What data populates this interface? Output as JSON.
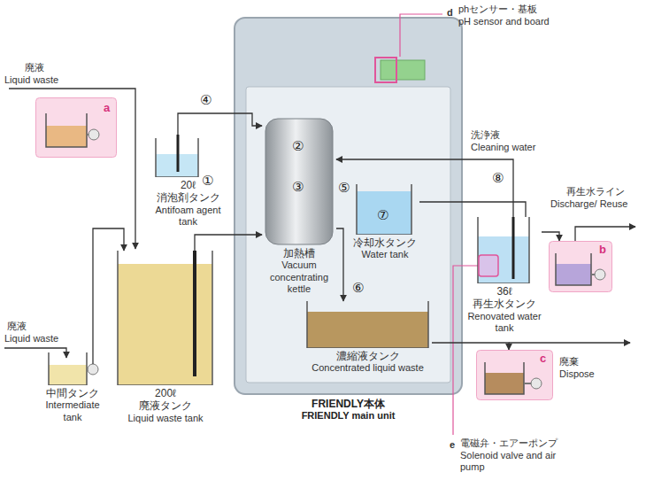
{
  "diagram": {
    "nodes": [
      {
        "text": [
          "a"
        ]
      },
      {
        "text": [
          "20ℓ",
          "消泡剤タンク",
          "Antifoam agent tank"
        ]
      },
      {
        "text": [
          "FRIENDLY本体",
          "FRIENDLY main unit"
        ]
      },
      {
        "text": [
          "加熱槽",
          "Vacuum concentrating kettle"
        ],
        "in": 2
      },
      {
        "text": [
          "冷却水タンク",
          "Water tank"
        ],
        "in": 2
      },
      {
        "text": [
          "濃縮液タンク",
          "Concentrated liquid waste"
        ],
        "in": 2
      },
      {
        "text": [
          "36ℓ",
          "再生水タンク",
          "Renovated water tank"
        ]
      },
      {
        "text": [
          "b"
        ]
      },
      {
        "text": [
          "200ℓ",
          "廃液タンク",
          "Liquid waste tank"
        ]
      },
      {
        "text": [
          "中間タンク",
          "Intermediate tank"
        ]
      },
      {
        "text": [
          "c"
        ]
      }
    ],
    "edges": [
      {
        "from": 9,
        "to": 8,
        "arrow": "to"
      },
      {
        "from": 8,
        "to": 3,
        "arrow": "to"
      },
      {
        "from": 1,
        "to": 3,
        "arrow": "to"
      },
      {
        "from": 3,
        "to": 5,
        "arrow": "to"
      },
      {
        "from": 4,
        "to": 6,
        "arrow": "none"
      },
      {
        "from": 6,
        "to": 7,
        "arrow": "to"
      },
      {
        "from": 6,
        "to": 3,
        "arrow": "to"
      },
      {
        "from": 5,
        "to": 10,
        "arrow": "to"
      }
    ],
    "labels": [
      "廃液",
      "Liquid waste",
      "廃液",
      "Liquid waste",
      "d",
      "phセンサー・基板",
      "pH sensor and board",
      "①",
      "②",
      "③",
      "④",
      "⑤",
      "⑥",
      "⑦",
      "⑧",
      "洗浄液",
      "Cleaning water",
      "再生水ライン",
      "Discharge/ Reuse",
      "廃棄",
      "Dispose",
      "e",
      "電磁弁・エアーポンプ",
      "Solenoid valve and air pump"
    ]
  }
}
